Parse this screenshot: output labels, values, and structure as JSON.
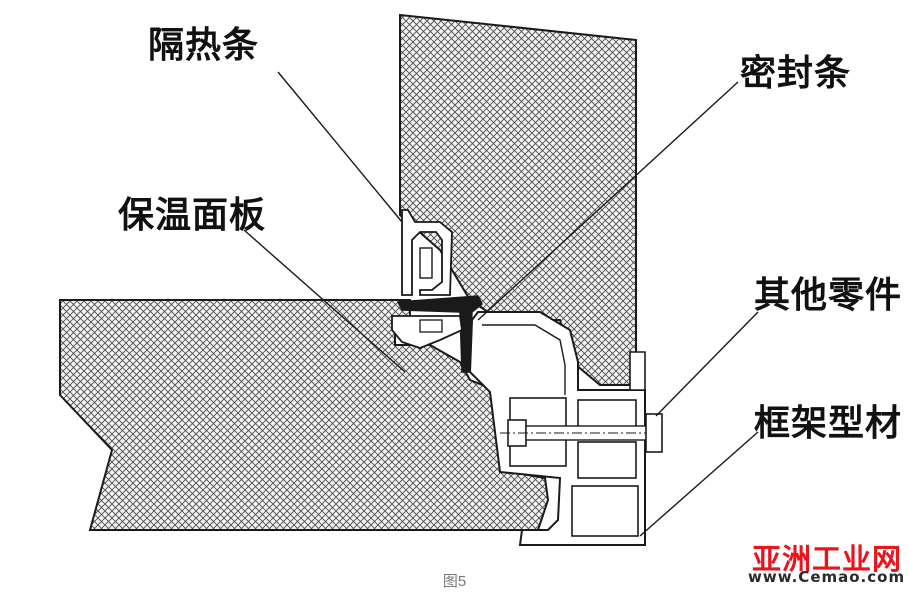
{
  "labels": {
    "insulation_strip": "隔热条",
    "seal_strip": "密封条",
    "insulated_panel": "保温面板",
    "other_parts": "其他零件",
    "frame_profile": "框架型材"
  },
  "caption": "图5",
  "watermark": {
    "name": "亚洲工业网",
    "url": "www.Cemao.com"
  },
  "colors": {
    "line": "#1a1a1a",
    "hatch": "#555555",
    "watermark": "#e8161c"
  }
}
